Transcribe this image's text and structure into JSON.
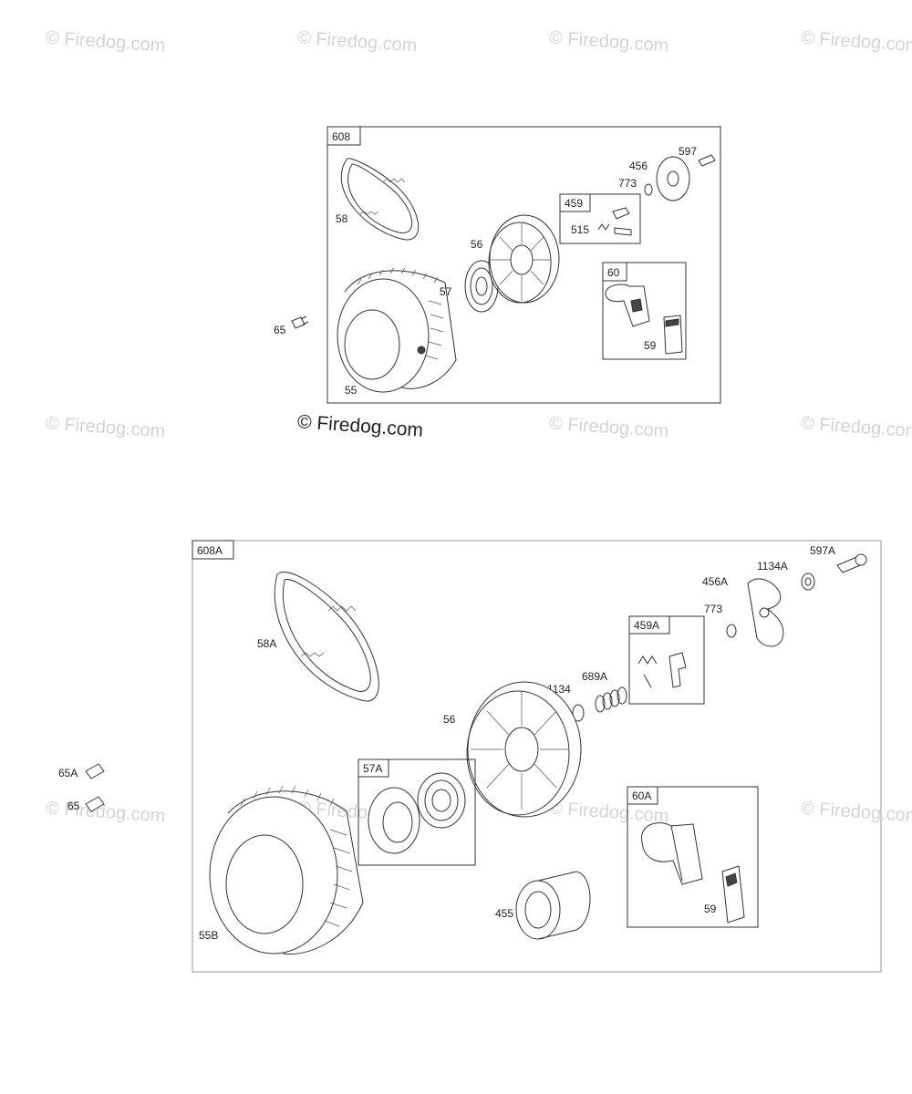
{
  "watermarks": {
    "row1": [
      "© Firedog.com",
      "© Firedog.com",
      "© Firedog.com",
      "© Firedog.com"
    ],
    "row2": [
      "© Firedog.com",
      "© Firedog.com",
      "© Firedog.com"
    ],
    "row3": [
      "© Firedog.com",
      "© Firedog.com",
      "© Firedog.com",
      "© Firedog.com"
    ],
    "main": "© Firedog.com"
  },
  "diagram1": {
    "box_label": "608",
    "sub_boxes": {
      "b459": "459",
      "b60": "60"
    },
    "labels": {
      "l58": "58",
      "l56": "56",
      "l57": "57",
      "l55": "55",
      "l65": "65",
      "l456": "456",
      "l597": "597",
      "l773": "773",
      "l515": "515",
      "l59": "59"
    }
  },
  "diagram2": {
    "box_label": "608A",
    "sub_boxes": {
      "b459A": "459A",
      "b57A": "57A",
      "b60A": "60A"
    },
    "labels": {
      "l58A": "58A",
      "l597A": "597A",
      "l1134A": "1134A",
      "l456A": "456A",
      "l773": "773",
      "l1134": "1134",
      "l689A": "689A",
      "l56": "56",
      "l65A": "65A",
      "l65": "65",
      "l55B": "55B",
      "l455": "455",
      "l59": "59"
    }
  }
}
